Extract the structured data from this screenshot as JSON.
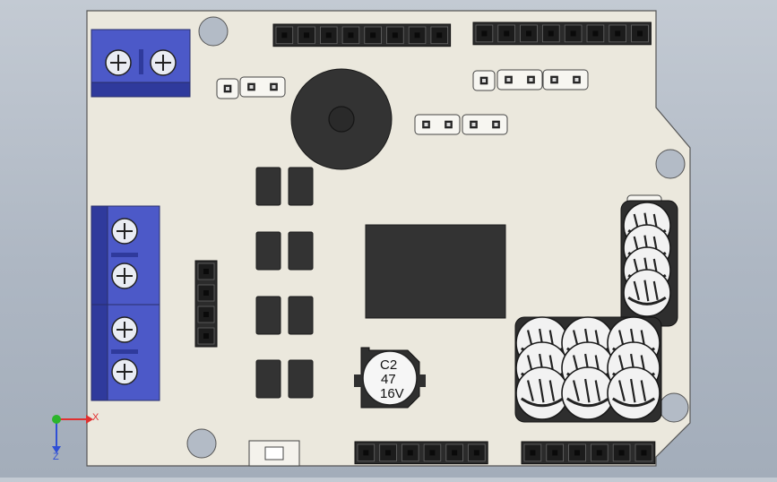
{
  "colors": {
    "background_top": "#c3cad3",
    "background_bottom": "#a3adba",
    "board": "#ebe8dd",
    "board_edge": "#565656",
    "terminal_block": "#4c59c8",
    "terminal_block_dark": "#2f3a9c",
    "component_dark": "#333333",
    "screw_head": "#e9ecf3",
    "axis_x": "#e03030",
    "axis_y": "#2bb52b",
    "axis_z": "#2f4fd6"
  },
  "components": {
    "electrolytic_capacitor": {
      "designator": "C2",
      "value": "47",
      "voltage": "16V"
    },
    "buzzer": {
      "icon": "buzzer-icon"
    },
    "ic_chip": {
      "icon": "chip-icon"
    }
  },
  "triad": {
    "x_label": "X",
    "z_label": "Z"
  }
}
